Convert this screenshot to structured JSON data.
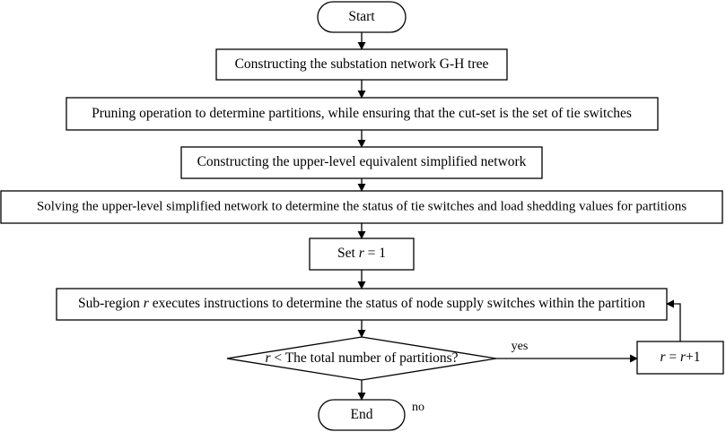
{
  "colors": {
    "stroke": "#000000",
    "fill": "#ffffff",
    "text": "#000000"
  },
  "nodes": {
    "start": "Start",
    "step1": "Constructing the substation network G-H tree",
    "step2": "Pruning operation to determine partitions, while ensuring that the cut-set is the set of tie switches",
    "step3": "Constructing the upper-level equivalent simplified network",
    "step4": "Solving the upper-level simplified network to determine the status of tie switches and load shedding values for partitions",
    "set_r": {
      "prefix": "Set ",
      "var": "r",
      "suffix": " = 1"
    },
    "subregion": {
      "prefix": "Sub-region ",
      "var": "r",
      "suffix": " executes instructions to determine the status of node supply switches within the partition"
    },
    "decision": {
      "var": "r",
      "suffix": " < The total number of partitions?"
    },
    "increment": {
      "var1": "r",
      "mid": " = ",
      "var2": "r",
      "suffix": "+1"
    },
    "end": "End"
  },
  "edges": {
    "yes": "yes",
    "no": "no"
  }
}
